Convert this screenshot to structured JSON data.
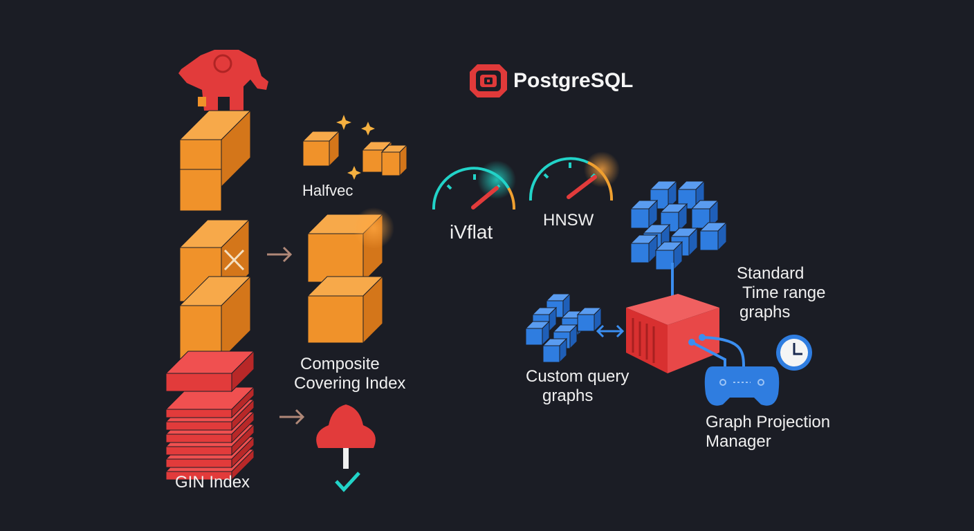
{
  "brand": {
    "title": "PostgreSQL",
    "logo_icon": "postgres-target-logo-icon",
    "accent": "#e03a3a"
  },
  "labels": {
    "halfvec": "Halfvec",
    "ivflat": "iVflat",
    "hnsw": "HNSW",
    "standard_graphs": [
      "Standard",
      "Time range",
      "graphs"
    ],
    "composite_index": [
      "Composite",
      "Covering Index"
    ],
    "custom_query": [
      "Custom query",
      "graphs"
    ],
    "graph_projection": [
      "Graph Projection",
      "Manager"
    ],
    "gin_index": "GIN Index"
  },
  "colors": {
    "orange": "#f0922a",
    "red": "#e23b3b",
    "blue": "#2f7de0",
    "cyan": "#22d3c8",
    "background": "#1b1d25"
  }
}
